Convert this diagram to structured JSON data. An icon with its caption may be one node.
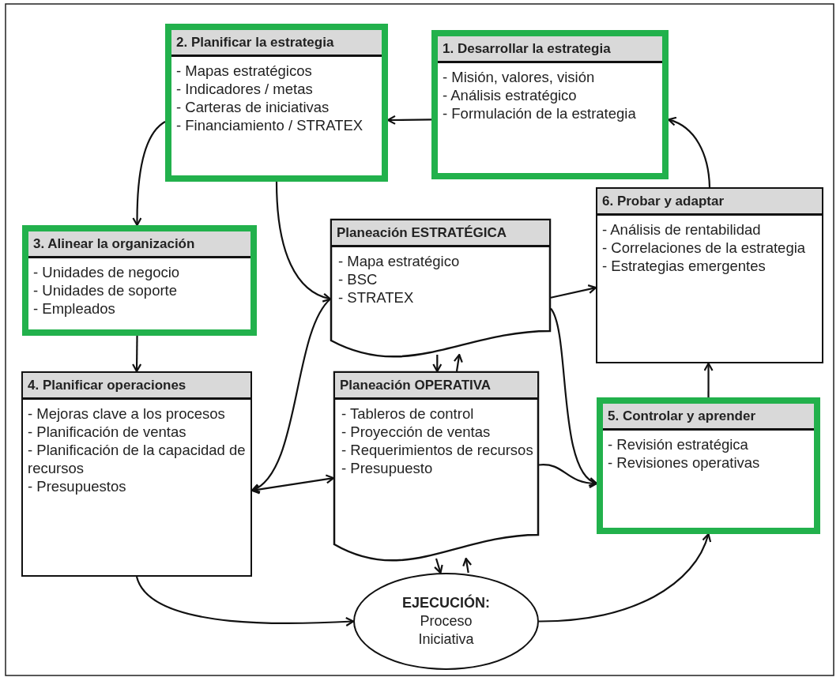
{
  "diagram": {
    "nodes": [
      {
        "text": [
          "2. Planificar la estrategia",
          "- Mapas estratégicos",
          "- Indicadores / metas",
          "- Carteras de iniciativas",
          "- Financiamiento / STRATEX"
        ]
      },
      {
        "text": [
          "1. Desarrollar la estrategia",
          "- Misión, valores, visión",
          "- Análisis estratégico",
          "- Formulación de la estrategia"
        ]
      },
      {
        "text": [
          "3. Alinear la organización",
          "- Unidades de negocio",
          "- Unidades de soporte",
          "- Empleados"
        ]
      },
      {
        "text": [
          "Planeación ESTRATÉGICA",
          "- Mapa estratégico",
          "- BSC",
          "- STRATEX"
        ]
      },
      {
        "text": [
          "6. Probar y adaptar",
          "- Análisis de rentabilidad",
          "- Correlaciones de la estrategia",
          "- Estrategias emergentes"
        ]
      },
      {
        "text": [
          "4. Planificar operaciones",
          "- Mejoras clave a los procesos",
          "- Planificación de ventas",
          "- Planificación de la capacidad de recursos",
          "- Presupuestos"
        ]
      },
      {
        "text": [
          "Planeación OPERATIVA",
          "- Tableros de control",
          "- Proyección de ventas",
          "- Requerimientos de recursos",
          "- Presupuesto"
        ]
      },
      {
        "text": [
          "5. Controlar y aprender",
          "- Revisión estratégica",
          "- Revisiones operativas"
        ]
      },
      {
        "text": [
          "EJECUCIÓN:",
          "Proceso",
          "Iniciativa"
        ]
      }
    ],
    "edges": [
      {
        "from": 1,
        "to": 0,
        "arrow": "to"
      },
      {
        "from": 0,
        "to": 2,
        "arrow": "to"
      },
      {
        "from": 0,
        "to": 3,
        "arrow": "to"
      },
      {
        "from": 2,
        "to": 5,
        "arrow": "to"
      },
      {
        "from": 3,
        "to": 4,
        "arrow": "to"
      },
      {
        "from": 3,
        "to": 7,
        "arrow": "to"
      },
      {
        "from": 3,
        "to": 5,
        "arrow": "to"
      },
      {
        "from": 5,
        "to": 6,
        "arrow": "both"
      },
      {
        "from": 3,
        "to": 6,
        "arrow": "to"
      },
      {
        "from": 6,
        "to": 3,
        "arrow": "to"
      },
      {
        "from": 6,
        "to": 7,
        "arrow": "to"
      },
      {
        "from": 6,
        "to": 8,
        "arrow": "to"
      },
      {
        "from": 8,
        "to": 6,
        "arrow": "to"
      },
      {
        "from": 5,
        "to": 8,
        "arrow": "to"
      },
      {
        "from": 8,
        "to": 7,
        "arrow": "to"
      },
      {
        "from": 7,
        "to": 4,
        "arrow": "to"
      },
      {
        "from": 4,
        "to": 1,
        "arrow": "to"
      }
    ]
  }
}
